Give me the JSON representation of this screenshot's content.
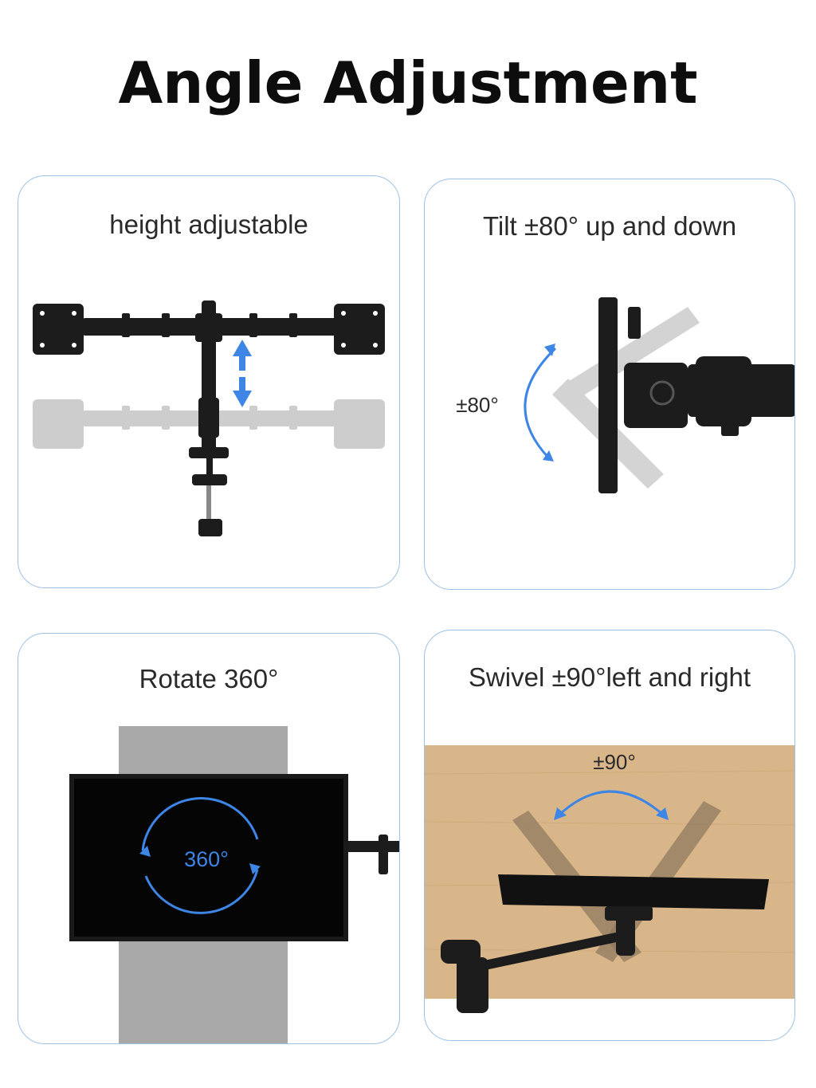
{
  "page": {
    "title": "Angle Adjustment"
  },
  "panels": {
    "height": {
      "title": "height adjustable"
    },
    "tilt": {
      "title": "Tilt ±80° up and down",
      "angle_label": "±80°"
    },
    "rotate": {
      "title": "Rotate 360°",
      "angle_label": "360°"
    },
    "swivel": {
      "title": "Swivel ±90°left and right",
      "angle_label": "±90°"
    }
  },
  "colors": {
    "accent": "#3d86e6",
    "panel_border": "#9cc0e6",
    "metal": "#1c1c1c",
    "ghost": "#c8c8c8",
    "desk": "#d9b689"
  }
}
